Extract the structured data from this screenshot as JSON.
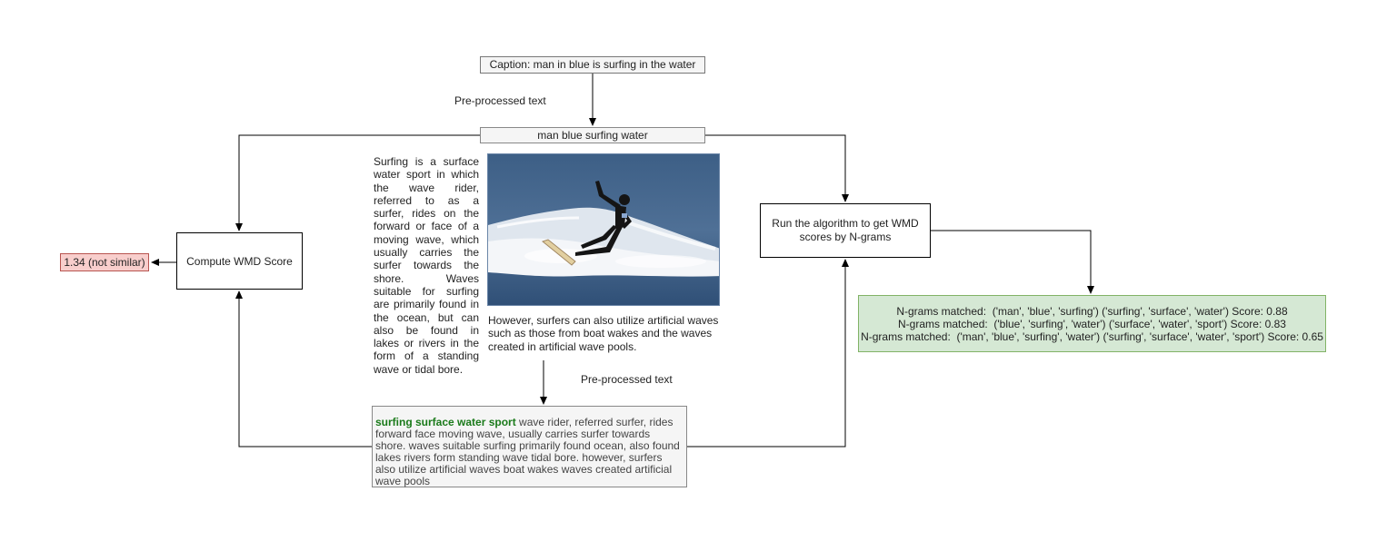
{
  "caption": "Caption: man in blue is surfing in the water",
  "preprocessed_caption": "man blue surfing water",
  "label_preprocessed_top": "Pre-processed text",
  "label_preprocessed_bottom": "Pre-processed text",
  "compute_box": "Compute WMD Score",
  "result": "1.34 (not similar)",
  "algorithm_box": "Run the algorithm to get WMD scores by N-grams",
  "ngrams": [
    "N-grams matched:  ('man', 'blue', 'surfing') ('surfing', 'surface', 'water') Score: 0.88",
    "N-grams matched:  ('blue', 'surfing', 'water') ('surface', 'water', 'sport') Score: 0.83",
    "N-grams matched:  ('man', 'blue', 'surfing', 'water') ('surfing', 'surface', 'water', 'sport') Score: 0.65"
  ],
  "document_text": "Surfing is a surface water sport in which the wave rider, referred to as a surfer, rides on the forward or face of a moving wave, which usually carries the surfer towards the shore. Waves suitable for surfing are primarily found in the ocean, but can also be found in lakes or rivers in the form of a standing wave or tidal bore.",
  "document_text_cont": "However, surfers can also utilize artificial waves such as those from boat wakes and the waves created in artificial wave pools.",
  "processed_highlight": "surfing surface water sport",
  "processed_rest": " wave rider, referred surfer, rides forward face moving wave, usually carries surfer towards shore. waves suitable surfing primarily found ocean, also found lakes rivers form standing wave tidal bore. however, surfers also utilize artificial waves boat wakes waves created artificial wave pools",
  "colors": {
    "result_fill": "#f8cecc",
    "result_stroke": "#b85450",
    "ngram_fill": "#d5e8d4",
    "ngram_stroke": "#82b366",
    "highlight_text": "#1a7a1a"
  },
  "icons": [
    "surfer-photo"
  ]
}
